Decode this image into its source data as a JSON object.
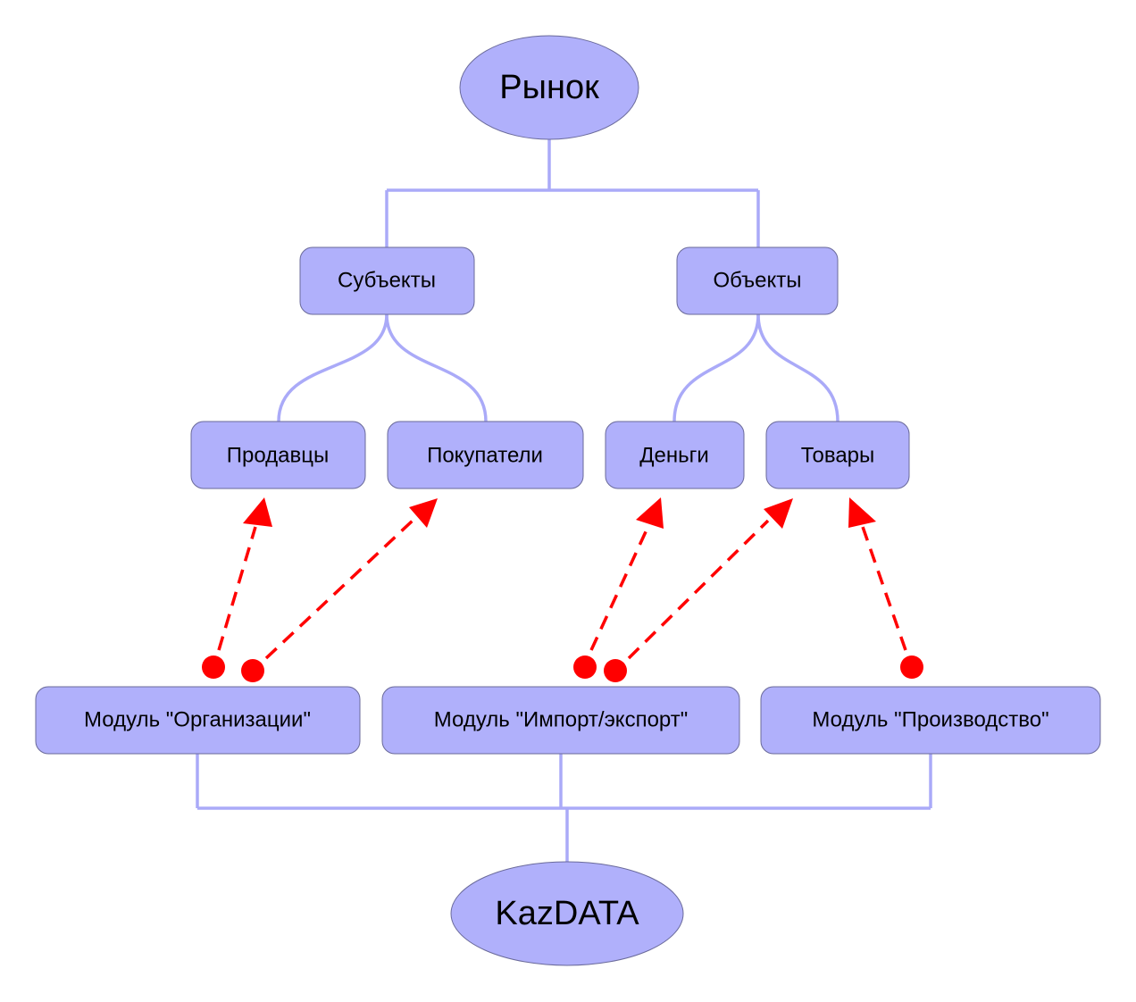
{
  "nodes": {
    "market": "Рынок",
    "subjects": "Субъекты",
    "objects": "Объекты",
    "sellers": "Продавцы",
    "buyers": "Покупатели",
    "money": "Деньги",
    "goods": "Товары",
    "module_orgs": "Модуль \"Организации\"",
    "module_import": "Модуль \"Импорт/экспорт\"",
    "module_production": "Модуль \"Производство\"",
    "kazdata": "KazDATA"
  },
  "colors": {
    "node_fill": "#b0b0fb",
    "connector": "#aaaaf8",
    "dependency": "#ff0000"
  },
  "dependencies": [
    {
      "from": "module_orgs",
      "to": "sellers"
    },
    {
      "from": "module_orgs",
      "to": "buyers"
    },
    {
      "from": "module_import",
      "to": "money"
    },
    {
      "from": "module_import",
      "to": "goods"
    },
    {
      "from": "module_production",
      "to": "goods"
    }
  ]
}
